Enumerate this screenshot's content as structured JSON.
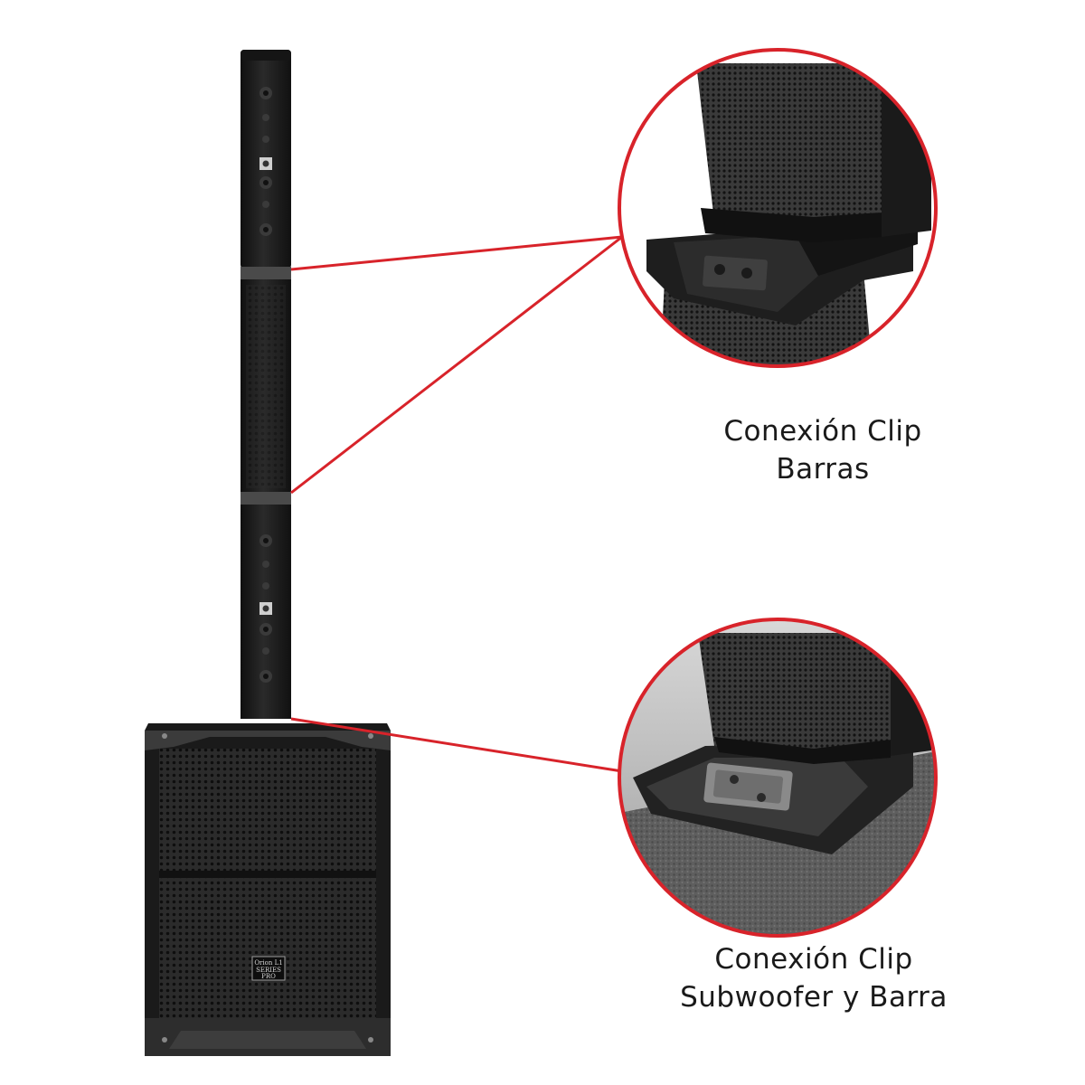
{
  "captions": {
    "top": {
      "line1": "Conexión Clip",
      "line2": "Barras"
    },
    "bottom": {
      "line1": "Conexión Clip",
      "line2": "Subwoofer y Barra"
    }
  },
  "badge": {
    "brand": "Orion L1",
    "line2": "SERIES",
    "line3": "PRO"
  },
  "colors": {
    "callout_red": "#d8232a",
    "speaker_black": "#1c1c1c",
    "background": "#ffffff"
  }
}
